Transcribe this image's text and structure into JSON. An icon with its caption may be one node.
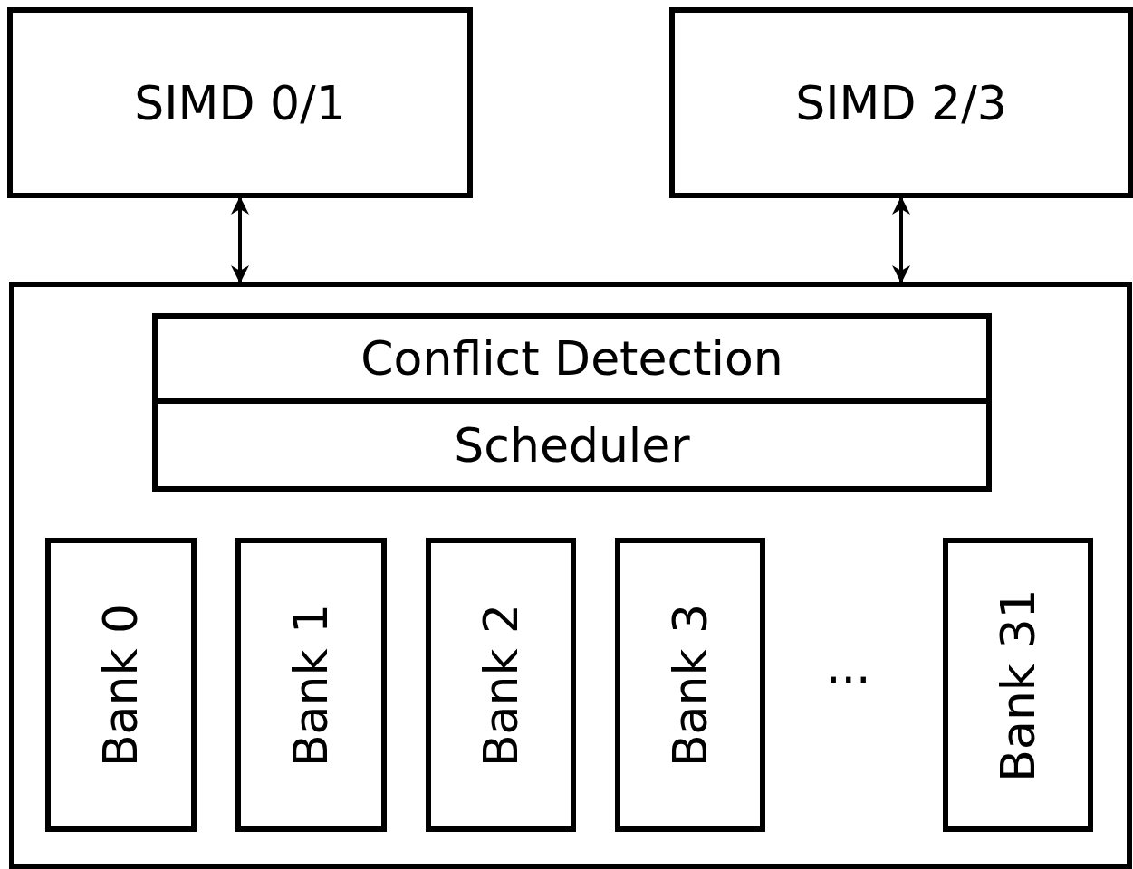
{
  "diagram": {
    "nodes": [
      {
        "text": [
          "SIMD 0/1"
        ]
      },
      {
        "text": [
          "SIMD 2/3"
        ]
      },
      {
        "text": [],
        "shape": "box"
      },
      {
        "text": [
          "Conflict Detection"
        ],
        "in": 2
      },
      {
        "text": [
          "Scheduler"
        ],
        "in": 2
      },
      {
        "text": [
          "Bank 0"
        ],
        "in": 2
      },
      {
        "text": [
          "Bank 1"
        ],
        "in": 2
      },
      {
        "text": [
          "Bank 2"
        ],
        "in": 2
      },
      {
        "text": [
          "Bank 3"
        ],
        "in": 2
      },
      {
        "text": [
          "Bank 31"
        ],
        "in": 2
      }
    ],
    "edges": [
      {
        "from": 0,
        "to": 2,
        "arrow": "both"
      },
      {
        "from": 1,
        "to": 2,
        "arrow": "both"
      }
    ],
    "labels": [
      "..."
    ]
  }
}
